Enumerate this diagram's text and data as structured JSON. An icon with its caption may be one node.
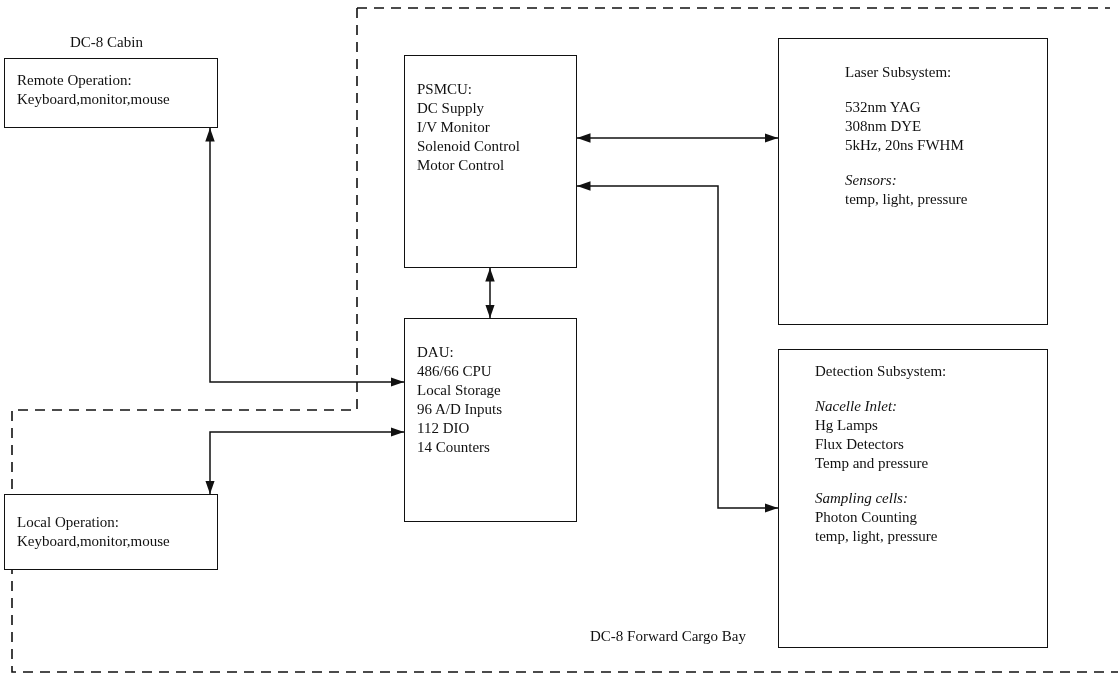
{
  "diagram": {
    "nodes": [
      {
        "text": [
          "Remote Operation:",
          "Keyboard,monitor,mouse"
        ]
      },
      {
        "text": [
          "PSMCU:",
          "DC Supply",
          "I/V Monitor",
          "Solenoid Control",
          "Motor Control"
        ]
      },
      {
        "text": [
          "Laser Subsystem:",
          "532nm YAG",
          "308nm DYE",
          "5kHz, 20ns FWHM",
          "Sensors:",
          "temp, light, pressure"
        ]
      },
      {
        "text": [
          "DAU:",
          "486/66 CPU",
          "Local Storage",
          "96 A/D Inputs",
          "112 DIO",
          "14 Counters"
        ]
      },
      {
        "text": [
          "Local Operation:",
          "Keyboard,monitor,mouse"
        ]
      },
      {
        "text": [
          "Detection Subsystem:",
          "Nacelle Inlet:",
          "Hg Lamps",
          "Flux Detectors",
          "Temp and pressure",
          "Sampling cells:",
          "Photon Counting",
          "temp, light, pressure"
        ]
      }
    ],
    "edges": [
      {
        "from": 0,
        "to": 3,
        "arrow": "both"
      },
      {
        "from": 3,
        "to": 4,
        "arrow": "both"
      },
      {
        "from": 1,
        "to": 3,
        "arrow": "both"
      },
      {
        "from": 1,
        "to": 2,
        "arrow": "both"
      },
      {
        "from": 1,
        "to": 5,
        "arrow": "both"
      }
    ],
    "labels": [
      "DC-8 Cabin",
      "DC-8 Forward Cargo Bay"
    ]
  }
}
